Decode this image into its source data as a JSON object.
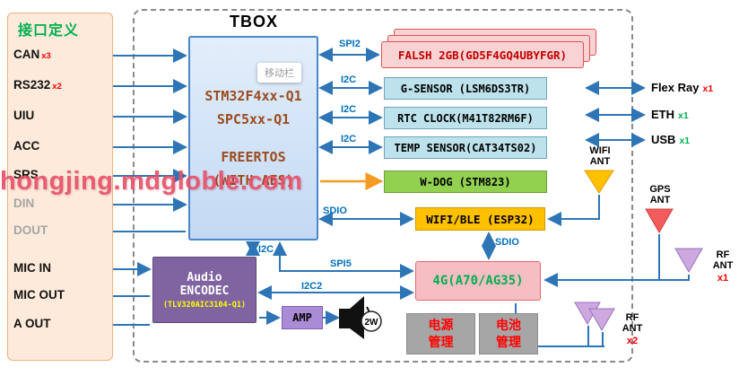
{
  "watermark": {
    "text": "hongjing.mdgloble.com"
  },
  "overlay_tag": {
    "text": "移动栏"
  },
  "left_panel": {
    "title": "接口定义",
    "items": [
      {
        "label": "CAN",
        "badge": "x3"
      },
      {
        "label": "RS232",
        "badge": "x2"
      },
      {
        "label": "UIU",
        "badge": ""
      },
      {
        "label": "ACC",
        "badge": ""
      },
      {
        "label": "SRS",
        "badge": ""
      },
      {
        "label": "DIN",
        "badge": ""
      },
      {
        "label": "DOUT",
        "badge": ""
      },
      {
        "label": "MIC IN",
        "badge": ""
      },
      {
        "label": "MIC OUT",
        "badge": ""
      },
      {
        "label": "A OUT",
        "badge": ""
      }
    ]
  },
  "tbox": {
    "title": "TBOX",
    "mcu": {
      "line1": "STM32F4xx-Q1",
      "line2": "SPC5xx-Q1",
      "line3": "FREERTOS",
      "line4": "(WITH AES)"
    },
    "flash": {
      "label": "FALSH 2GB(GD5F4GQ4UBYFGR)",
      "bus": "SPI2"
    },
    "gsensor": {
      "label": "G-SENSOR (LSM6DS3TR)",
      "bus": "I2C"
    },
    "rtc": {
      "label": "RTC CLOCK(M41T82RM6F)",
      "bus": "I2C"
    },
    "temp": {
      "label": "TEMP SENSOR(CAT34TS02)",
      "bus": "I2C"
    },
    "wdog": {
      "label": "W-DOG (STM823)"
    },
    "wifi": {
      "label": "WIFI/BLE (ESP32)",
      "bus": "SDIO"
    },
    "modem": {
      "label": "4G(A70/AG35)",
      "bus_spi": "SPI5",
      "bus_i2c2": "I2C2",
      "bus_sdio": "SDIO"
    },
    "audio": {
      "line1": "Audio",
      "line2": "ENCODEC",
      "line3": "(TLV320AIC3104-Q1)",
      "bus": "I2C"
    },
    "amp": {
      "label": "AMP"
    },
    "speaker": {
      "label": "2W"
    },
    "power": {
      "line1": "电源",
      "line2": "管理"
    },
    "battery": {
      "line1": "电池",
      "line2": "管理"
    }
  },
  "right_ports": [
    {
      "label": "Flex Ray",
      "count": "x1"
    },
    {
      "label": "ETH",
      "count": "x1"
    },
    {
      "label": "USB",
      "count": "x1"
    }
  ],
  "antennas": {
    "wifi": {
      "line1": "WIFI",
      "line2": "ANT"
    },
    "gps": {
      "line1": "GPS",
      "line2": "ANT"
    },
    "rf1": {
      "line1": "RF",
      "line2": "ANT",
      "count": "x1"
    },
    "rf2": {
      "line1": "RF",
      "line2": "ANT",
      "count": "x2"
    }
  },
  "colors": {
    "arrow_blue": "#2E75B6",
    "bus_label_blue": "#0070C0",
    "panel_peach": "#FDEADA",
    "title_green": "#00B050",
    "badge_red": "#FF0000",
    "mcu_fill": "#C3D9F3",
    "mcu_text_brown": "#9C4B1F",
    "flash_pink": "#F9D2D4",
    "flash_red": "#C00000",
    "sensor_blue": "#BDE2EC",
    "wdog_green": "#92D050",
    "wifi_amber": "#FFC000",
    "modem_pink": "#F6BDC3",
    "modem_text_green": "#00B050",
    "audio_purple": "#8064A2",
    "amp_purple": "#A98CD5",
    "gray_block": "#A6A6A6",
    "wifi_ant": "#FFC000",
    "gps_ant": "#F25C5C",
    "rf_ant": "#CDA9E0",
    "watermark_red": "#E8506A"
  }
}
